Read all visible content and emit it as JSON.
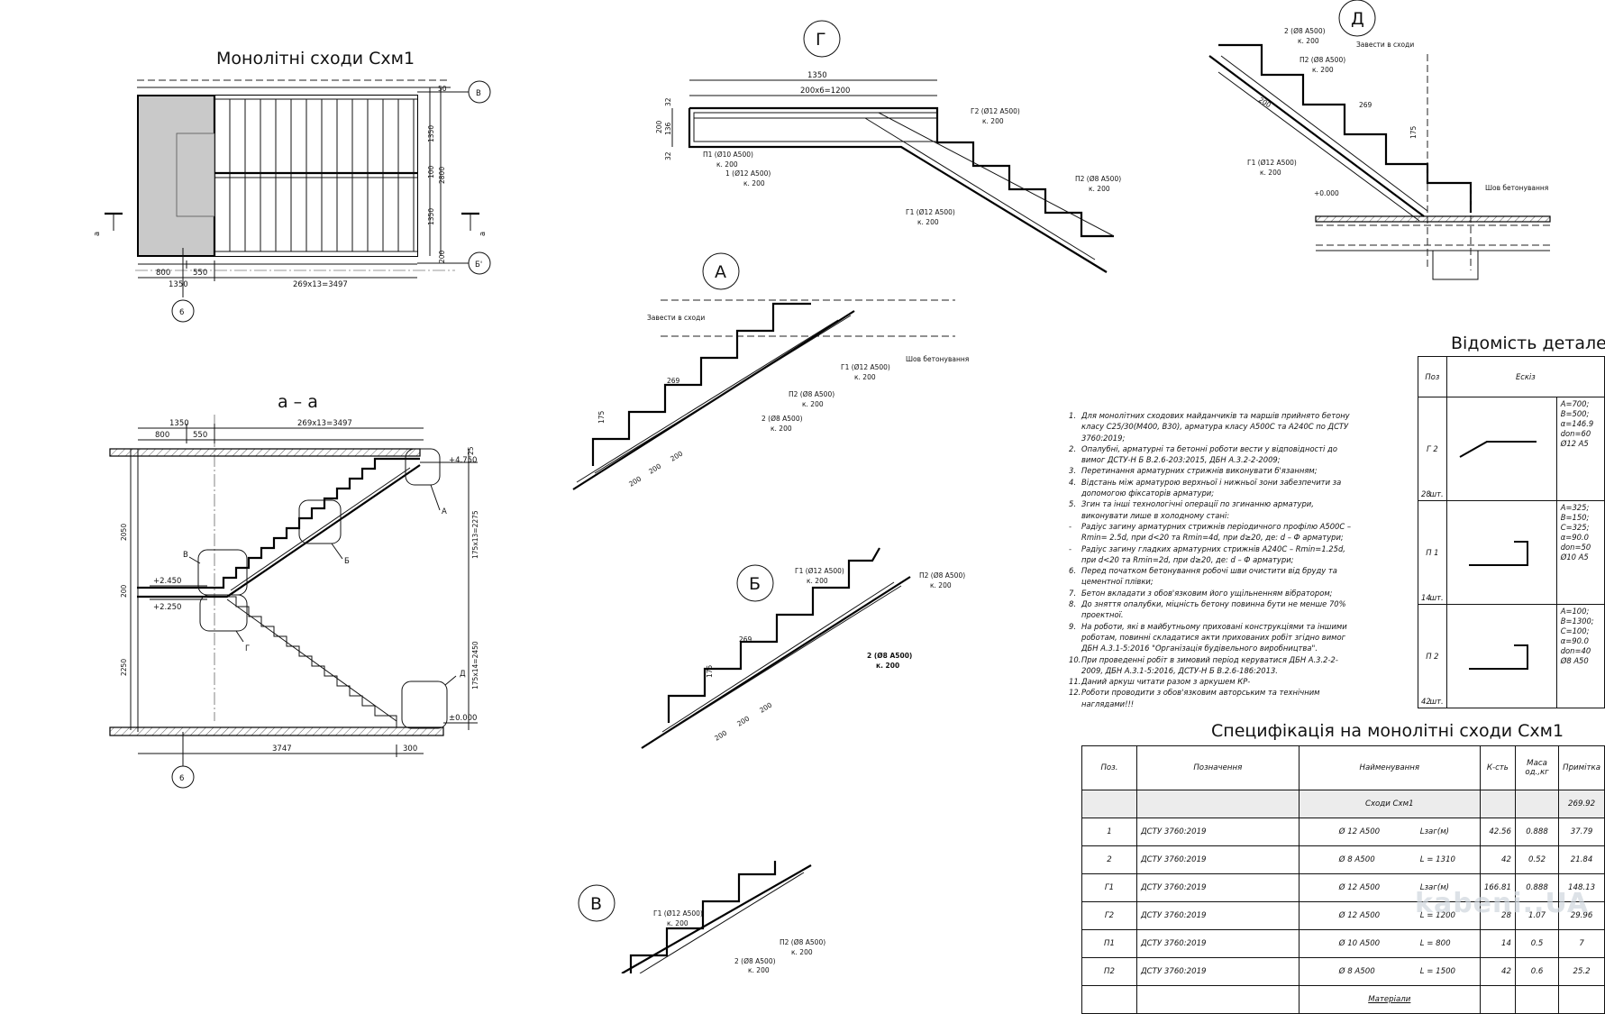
{
  "plan": {
    "title": "Монолітні сходи Схм1",
    "axis_b": "В",
    "axis_b1": "Б'",
    "axis_6": "6",
    "cut": "а",
    "dim_top_50": "50",
    "dim_1350a": "1350",
    "dim_100": "100",
    "dim_2800": "2800",
    "dim_1350b": "1350",
    "dim_200": "200",
    "dim_800": "800",
    "dim_550": "550",
    "dim_1350c": "1350",
    "dim_run": "269x13=3497"
  },
  "section": {
    "title": "а – а",
    "axis": "6",
    "lvl_top": "+4.750",
    "lvl_mid1": "+2.450",
    "lvl_mid2": "+2.250",
    "lvl_bot": "±0.000",
    "dim_1350": "1350",
    "dim_800": "800",
    "dim_550": "550",
    "dim_run": "269x13=3497",
    "dim_2050": "2050",
    "dim_200": "200",
    "dim_2250": "2250",
    "dim_3747": "3747",
    "dim_300": "300",
    "dim_25": "25",
    "dim_rise1": "175x13=2275",
    "dim_rise2": "175x14=2450",
    "callout_a": "А",
    "callout_b": "Б",
    "callout_v": "В",
    "callout_g": "Г",
    "callout_d": "Д"
  },
  "detail_g": {
    "label": "Г",
    "dim_1350": "1350",
    "dim_inner": "200x6=1200",
    "dim_200": "200",
    "dim_136": "136",
    "dim_32a": "32",
    "dim_32b": "32",
    "g2": "Г2 (Ø12 А500)",
    "g2k": "к. 200",
    "p1": "П1 (Ø10 А500)",
    "p1k": "к. 200",
    "r1": "1 (Ø12 А500)",
    "r1k": "к. 200",
    "p2": "П2 (Ø8 А500)",
    "p2k": "к. 200",
    "g1": "Г1 (Ø12 А500)",
    "g1k": "к. 200"
  },
  "detail_d": {
    "label": "Д",
    "r2": "2 (Ø8 А500)",
    "r2k": "к. 200",
    "p2": "П2 (Ø8 А500)",
    "p2k": "к. 200",
    "g1": "Г1 (Ø12 А500)",
    "g1k": "к. 200",
    "note1": "Завести в сходи",
    "note2": "Шов бетонування",
    "lvl": "+0.000",
    "dim_269": "269",
    "dim_175": "175",
    "dim_200": "200"
  },
  "detail_a": {
    "label": "А",
    "note1": "Завести в сходи",
    "note2": "Шов бетонування",
    "g1": "Г1 (Ø12 А500)",
    "g1k": "к. 200",
    "p2": "П2 (Ø8 А500)",
    "p2k": "к. 200",
    "r2": "2 (Ø8 А500)",
    "r2k": "к. 200",
    "dim_269": "269",
    "dim_175": "175",
    "dim_200a": "200",
    "dim_200b": "200",
    "dim_200c": "200"
  },
  "detail_b": {
    "label": "Б",
    "g1": "Г1 (Ø12 А500)",
    "g1k": "к. 200",
    "p2": "П2 (Ø8 А500)",
    "p2k": "к. 200",
    "r2": "2 (Ø8 А500)",
    "r2k": "к. 200",
    "dim_269": "269",
    "dim_175": "175",
    "dim_200a": "200",
    "dim_200b": "200",
    "dim_200c": "200"
  },
  "detail_v": {
    "label": "В",
    "g1": "Г1 (Ø12 А500)",
    "g1k": "к. 200",
    "p2": "П2 (Ø8 А500)",
    "p2k": "к. 200",
    "r2": "2 (Ø8 А500)",
    "r2k": "к. 200"
  },
  "notes": [
    {
      "n": "1.",
      "text": "Для монолітних сходових майданчиків та маршів прийнято бетону класу С25/30(М400, В30), арматура класу А500С та А240С по ДСТУ 3760:2019;"
    },
    {
      "n": "2.",
      "text": "Опалубні, арматурні та бетонні роботи вести у відповідності до вимог ДСТУ-Н Б В.2.6-203:2015, ДБН А.3.2-2-2009;"
    },
    {
      "n": "3.",
      "text": "Перетинання арматурних стрижнів виконувати б'язанням;"
    },
    {
      "n": "4.",
      "text": "Відстань між арматурою верхньої і нижньої зони забезпечити за допомогою фіксаторів арматури;"
    },
    {
      "n": "5.",
      "text": "Згин та інші технологічні операції по згинанню арматури, виконувати лише в холодному стані:"
    },
    {
      "n": "-",
      "text": "Радіус загину арматурних стрижнів періодичного профілю А500С – Rmin= 2.5d, при d<20 та Rmin=4d, при d≥20, де: d – Ф арматури;"
    },
    {
      "n": "-",
      "text": "Радіус загину гладких арматурних стрижнів А240С – Rmin=1.25d, при d<20 та Rmin=2d, при d≥20, де: d – Ф арматури;"
    },
    {
      "n": "6.",
      "text": "Перед початком бетонування робочі шви очистити від бруду та цементної плівки;"
    },
    {
      "n": "7.",
      "text": "Бетон вкладати з обов'язковим його ущільненням вібратором;"
    },
    {
      "n": "8.",
      "text": "До зняття опалубки, міцність бетону повинна бути не менше 70% проектної."
    },
    {
      "n": "9.",
      "text": "На роботи, які в майбутньому приховані конструкціями та іншими роботам, повинні складатися акти прихованих робіт згідно вимог ДБН А.3.1-5:2016 \"Організація будівельного виробництва\"."
    },
    {
      "n": "10.",
      "text": "При проведенні робіт в зимовий період керуватися ДБН А.3.2-2-2009, ДБН А.3.1-5:2016, ДСТУ-Н Б В.2.6-186:2013."
    },
    {
      "n": "11.",
      "text": "Даний аркуш читати разом з аркушем КР-"
    },
    {
      "n": "12.",
      "text": "Роботи проводити з обов'язковим авторським та технічним наглядами!!!"
    }
  ],
  "details_sheet": {
    "title": "Відомість деталей",
    "h_pos": "Поз",
    "h_sketch": "Ескіз",
    "rows": [
      {
        "pos": "Г 2",
        "qty": "28",
        "unit": "шт.",
        "params": "A=700; B=500; α=146.9 don=60 Ø12 A5"
      },
      {
        "pos": "П 1",
        "qty": "14",
        "unit": "шт.",
        "params": "A=325; B=150; C=325; α=90.0 don=50 Ø10 A5"
      },
      {
        "pos": "П 2",
        "qty": "42",
        "unit": "шт.",
        "params": "A=100; B=1300; C=100; α=90.0 don=40 Ø8 A50"
      }
    ]
  },
  "spec": {
    "title": "Специфікація на монолітні сходи Схм1",
    "headers": [
      "Поз.",
      "Позначення",
      "Найменування",
      "К-сть",
      "Маса од.,кг",
      "Примітка"
    ],
    "group": {
      "name": "Сходи Схм1",
      "note": "269.92"
    },
    "rows": [
      {
        "pos": "1",
        "doc": "ДСТУ 3760:2019",
        "name": "Ø 12 А500",
        "len": "Lзаг(м)",
        "qty": "42.56",
        "mass": "0.888",
        "note": "37.79"
      },
      {
        "pos": "2",
        "doc": "ДСТУ 3760:2019",
        "name": "Ø 8 А500",
        "len": "L = 1310",
        "qty": "42",
        "mass": "0.52",
        "note": "21.84"
      },
      {
        "pos": "Г1",
        "doc": "ДСТУ 3760:2019",
        "name": "Ø 12 А500",
        "len": "Lзаг(м)",
        "qty": "166.81",
        "mass": "0.888",
        "note": "148.13"
      },
      {
        "pos": "Г2",
        "doc": "ДСТУ 3760:2019",
        "name": "Ø 12 А500",
        "len": "L = 1200",
        "qty": "28",
        "mass": "1.07",
        "note": "29.96"
      },
      {
        "pos": "П1",
        "doc": "ДСТУ 3760:2019",
        "name": "Ø 10 А500",
        "len": "L = 800",
        "qty": "14",
        "mass": "0.5",
        "note": "7"
      },
      {
        "pos": "П2",
        "doc": "ДСТУ 3760:2019",
        "name": "Ø 8 А500",
        "len": "L = 1500",
        "qty": "42",
        "mass": "0.6",
        "note": "25.2"
      }
    ],
    "footer": "Матеріали"
  },
  "watermark": "kabeni..UA"
}
